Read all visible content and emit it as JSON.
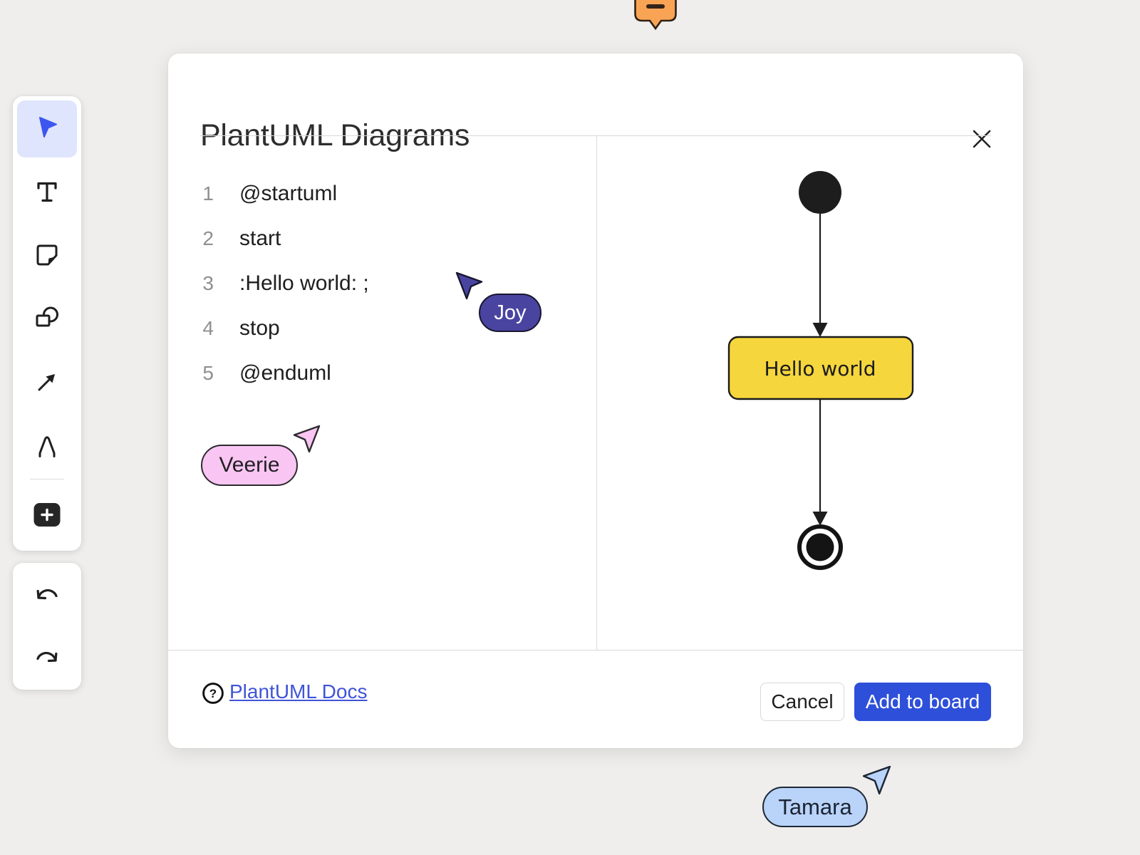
{
  "app": {
    "canvas_bg": "#efeeec"
  },
  "comment_marker": {
    "fill": "#f9a455",
    "stroke": "#2f2012"
  },
  "toolbar": {
    "active_tool": "select",
    "active_bg": "#dfe5fc",
    "select_blue": "#3d56f0",
    "tools": [
      "select",
      "text",
      "sticky-note",
      "shapes",
      "arrow",
      "pen",
      "add-tools"
    ],
    "history": [
      "undo",
      "redo"
    ]
  },
  "modal": {
    "title": "PlantUML Diagrams",
    "editor": {
      "lines": [
        {
          "num": "1",
          "code": "@startuml"
        },
        {
          "num": "2",
          "code": "start"
        },
        {
          "num": "3",
          "code": ":Hello world: ;"
        },
        {
          "num": "4",
          "code": "stop"
        },
        {
          "num": "5",
          "code": "@enduml"
        }
      ]
    },
    "preview": {
      "type": "activity-diagram",
      "activity_label": "Hello world",
      "node_fill": "#f5d63d",
      "node_stroke": "#1a1a1a",
      "flow": [
        "start",
        "Hello world",
        "stop"
      ]
    },
    "footer": {
      "help_glyph": "?",
      "docs_link": "PlantUML Docs",
      "docs_color": "#4054d6",
      "cancel_label": "Cancel",
      "add_label": "Add to board",
      "add_bg": "#2e4fd9"
    }
  },
  "collaborators": [
    {
      "name": "Joy",
      "pill_fill": "#4a44a1",
      "text_color": "#ffffff"
    },
    {
      "name": "Veerie",
      "pill_fill": "#f9c6f3",
      "text_color": "#231f24"
    },
    {
      "name": "Tamara",
      "pill_fill": "#b9d3f9",
      "text_color": "#1b2433"
    }
  ]
}
